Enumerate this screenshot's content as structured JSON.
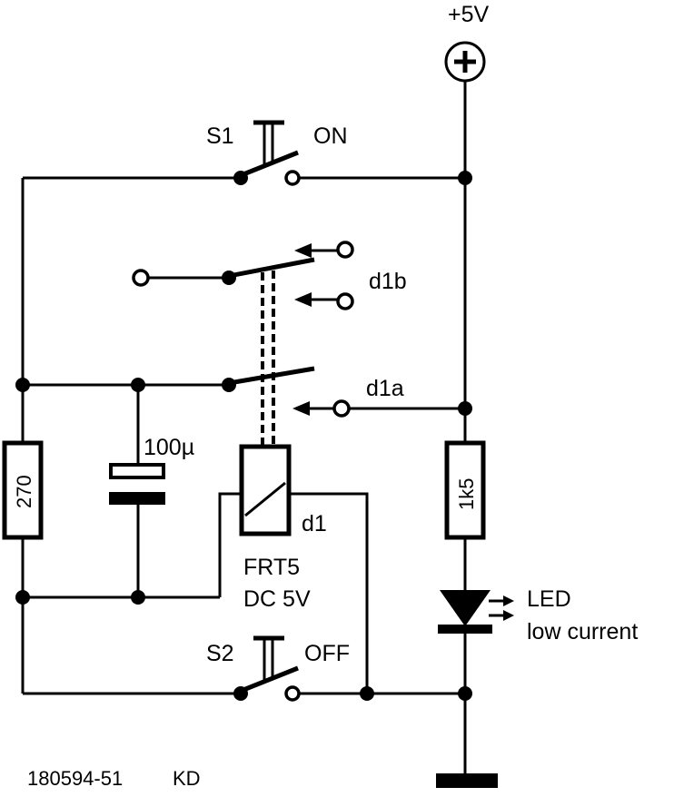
{
  "supply": {
    "label": "+5V"
  },
  "switch_on": {
    "ref": "S1",
    "state": "ON"
  },
  "switch_off": {
    "ref": "S2",
    "state": "OFF"
  },
  "relay": {
    "ref": "d1",
    "contact_a": "d1a",
    "contact_b": "d1b",
    "type_line1": "FRT5",
    "type_line2": "DC 5V"
  },
  "resistor_left": {
    "value": "270"
  },
  "resistor_right": {
    "value": "1k5"
  },
  "capacitor": {
    "value": "100µ"
  },
  "led": {
    "line1": "LED",
    "line2": "low current"
  },
  "footer": {
    "code": "180594-51",
    "initials": "KD"
  }
}
